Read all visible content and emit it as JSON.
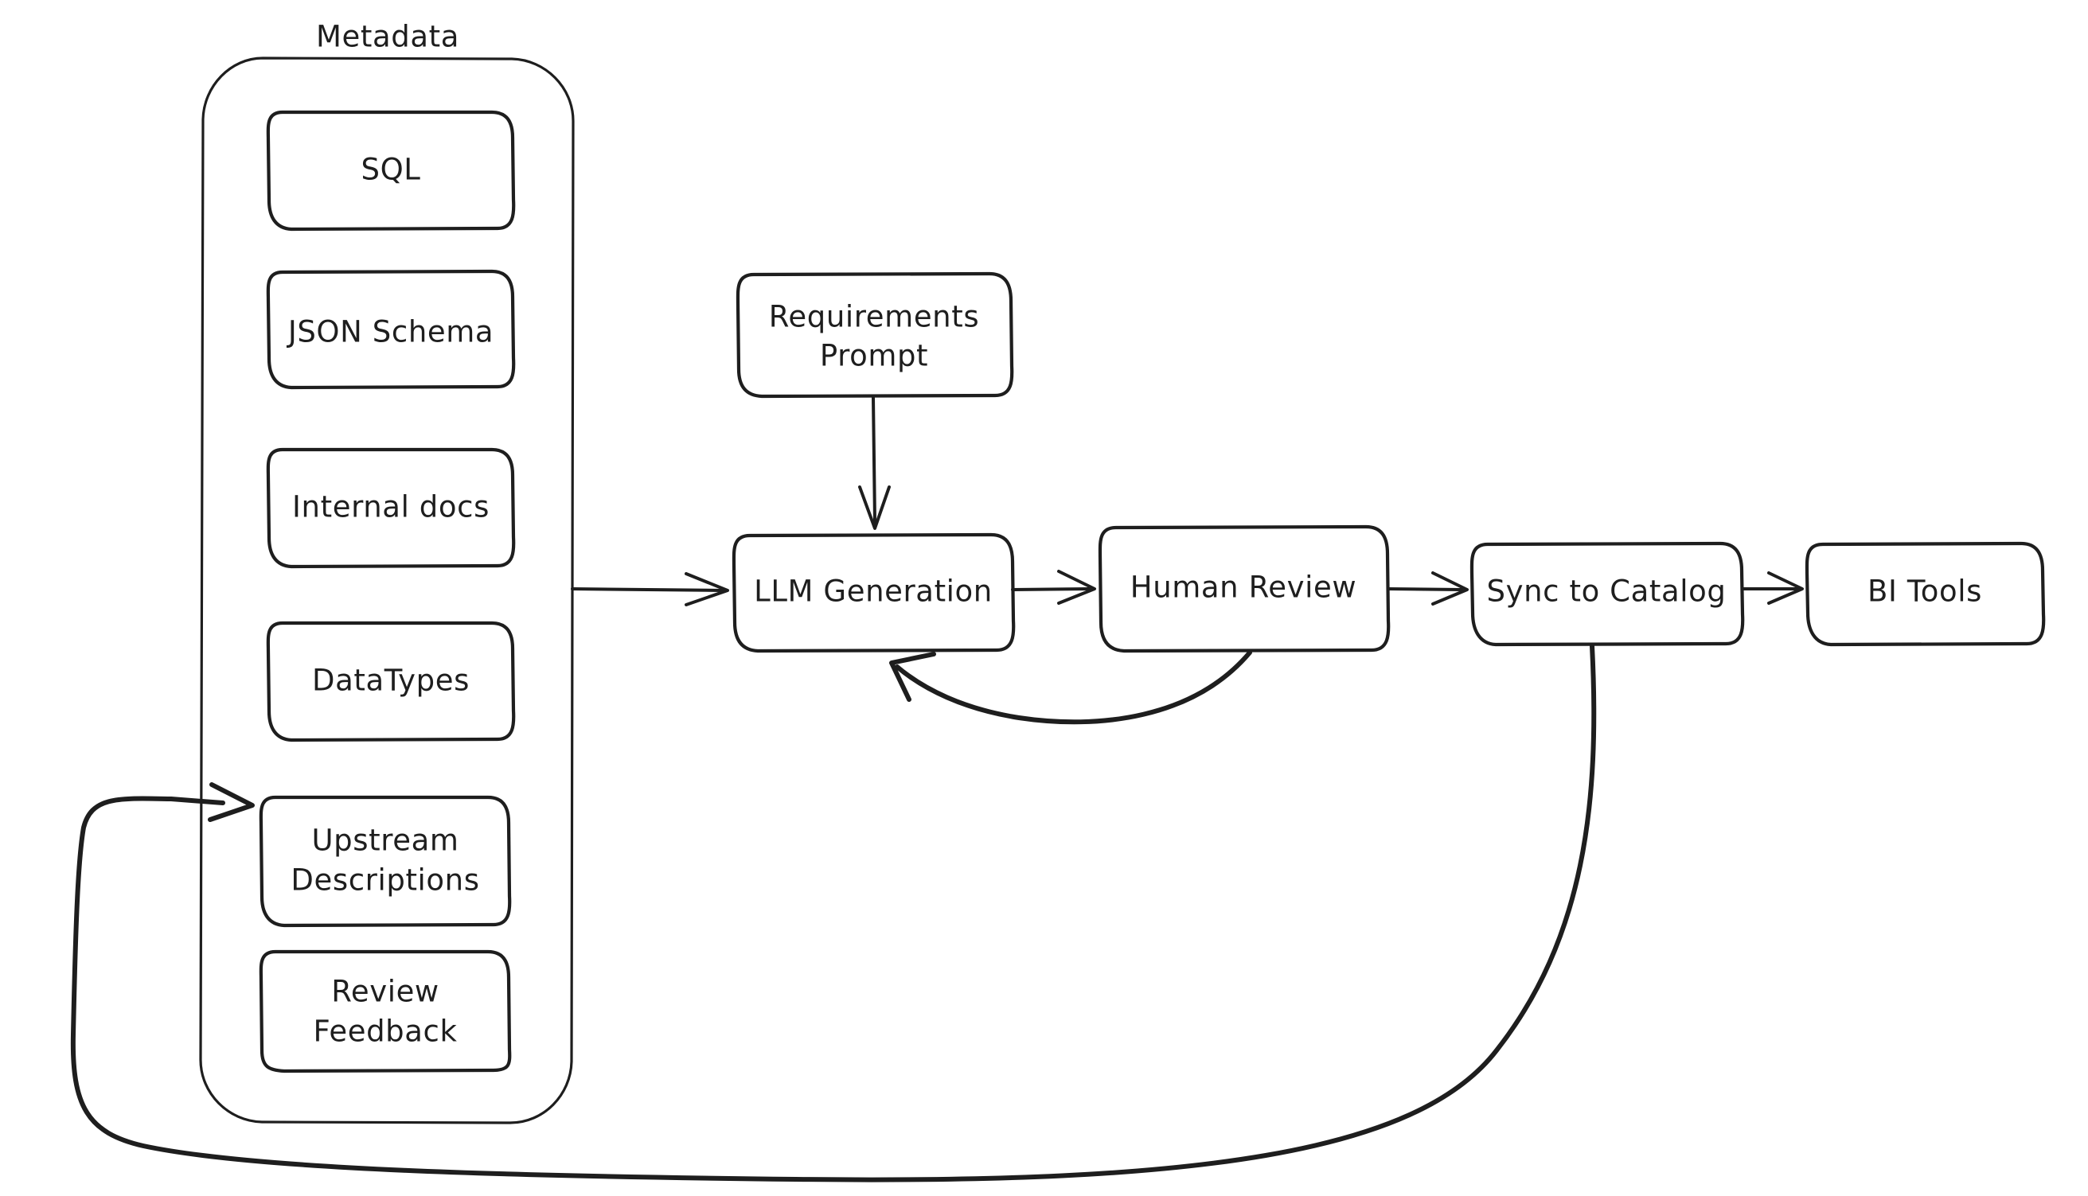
{
  "diagram": {
    "title": "Metadata to BI Tools LLM description pipeline",
    "style": "hand-drawn-flowchart",
    "background_color": "#ffffff",
    "stroke_color": "#1e1e1e",
    "group": {
      "label": "Metadata",
      "items": [
        {
          "id": "sql",
          "label": "SQL"
        },
        {
          "id": "json-schema",
          "label": "JSON Schema"
        },
        {
          "id": "internal-docs",
          "label": "Internal docs"
        },
        {
          "id": "datatypes",
          "label": "DataTypes"
        },
        {
          "id": "upstream-descriptions",
          "label": "Upstream\nDescriptions",
          "line1": "Upstream",
          "line2": "Descriptions"
        },
        {
          "id": "review-feedback",
          "label": "Review\nFeedback",
          "line1": "Review",
          "line2": "Feedback"
        }
      ]
    },
    "nodes": [
      {
        "id": "requirements-prompt",
        "label": "Requirements\nPrompt",
        "line1": "Requirements",
        "line2": "Prompt"
      },
      {
        "id": "llm-generation",
        "label": "LLM Generation"
      },
      {
        "id": "human-review",
        "label": "Human Review"
      },
      {
        "id": "sync-to-catalog",
        "label": "Sync to Catalog"
      },
      {
        "id": "bi-tools",
        "label": "BI Tools"
      }
    ],
    "edges": [
      {
        "id": "metadata-to-llm",
        "from": "Metadata",
        "to": "LLM Generation",
        "label": ""
      },
      {
        "id": "requirements-to-llm",
        "from": "Requirements Prompt",
        "to": "LLM Generation",
        "label": ""
      },
      {
        "id": "llm-to-review",
        "from": "LLM Generation",
        "to": "Human Review",
        "label": ""
      },
      {
        "id": "review-to-llm-feedback",
        "from": "Human Review",
        "to": "LLM Generation",
        "label": ""
      },
      {
        "id": "review-to-sync",
        "from": "Human Review",
        "to": "Sync to Catalog",
        "label": ""
      },
      {
        "id": "sync-to-bi",
        "from": "Sync to Catalog",
        "to": "BI Tools",
        "label": ""
      },
      {
        "id": "sync-to-upstream-descriptions",
        "from": "Sync to Catalog",
        "to": "Upstream Descriptions",
        "label": ""
      }
    ]
  }
}
